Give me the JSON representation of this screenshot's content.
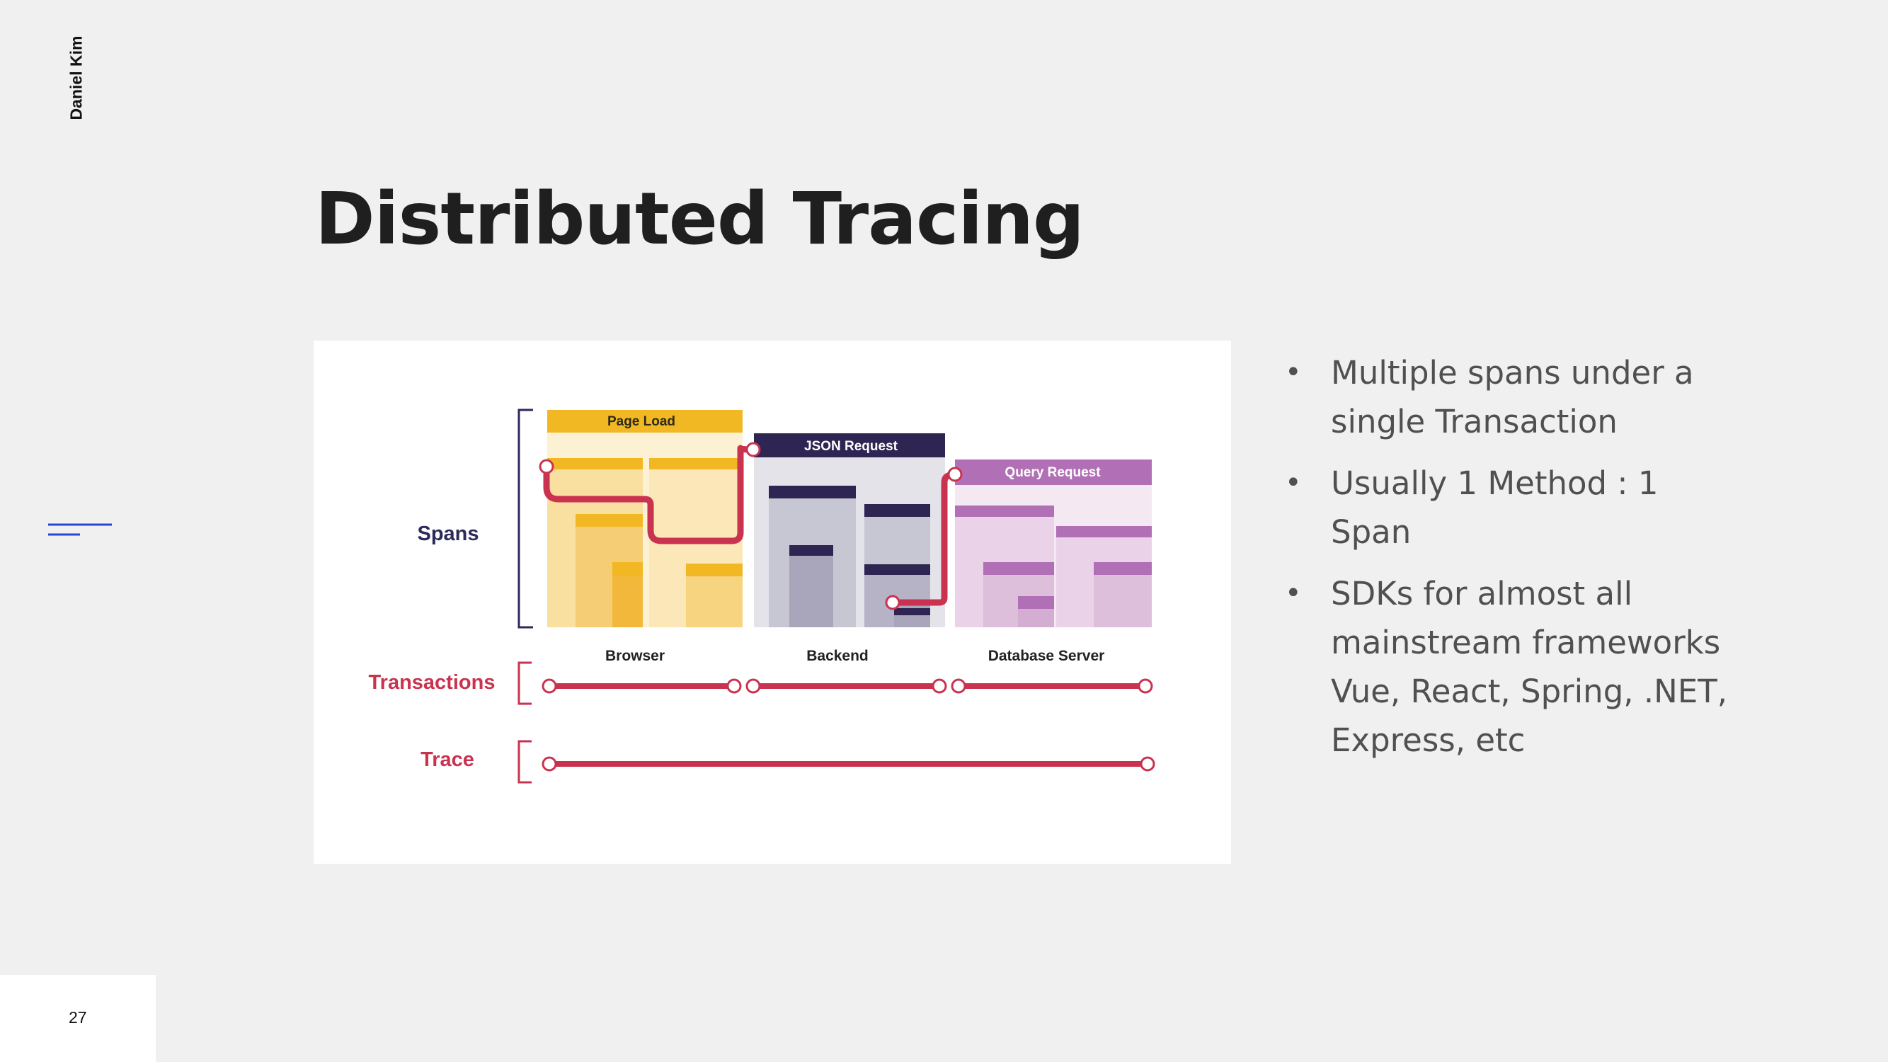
{
  "slide": {
    "author": "Daniel Kim",
    "title": "Distributed Tracing",
    "page_number": "27",
    "bullets": [
      "Multiple spans under a single Transaction",
      "Usually 1 Method : 1 Span",
      "SDKs for almost all mainstream frameworks Vue, React, Spring, .NET, Express, etc"
    ]
  },
  "diagram": {
    "row_labels": {
      "spans": "Spans",
      "transactions": "Transactions",
      "trace": "Trace"
    },
    "span_headers": {
      "page_load": "Page Load",
      "json_request": "JSON Request",
      "query_request": "Query Request"
    },
    "services": {
      "browser": "Browser",
      "backend": "Backend",
      "database": "Database Server"
    }
  },
  "colors": {
    "background": "#f0f0f0",
    "accent_line": "#2844d8",
    "browser": "#f2b824",
    "backend": "#2e2552",
    "database": "#b170b5",
    "trace_line": "#c9334f",
    "label_navy": "#2b2a5c"
  }
}
